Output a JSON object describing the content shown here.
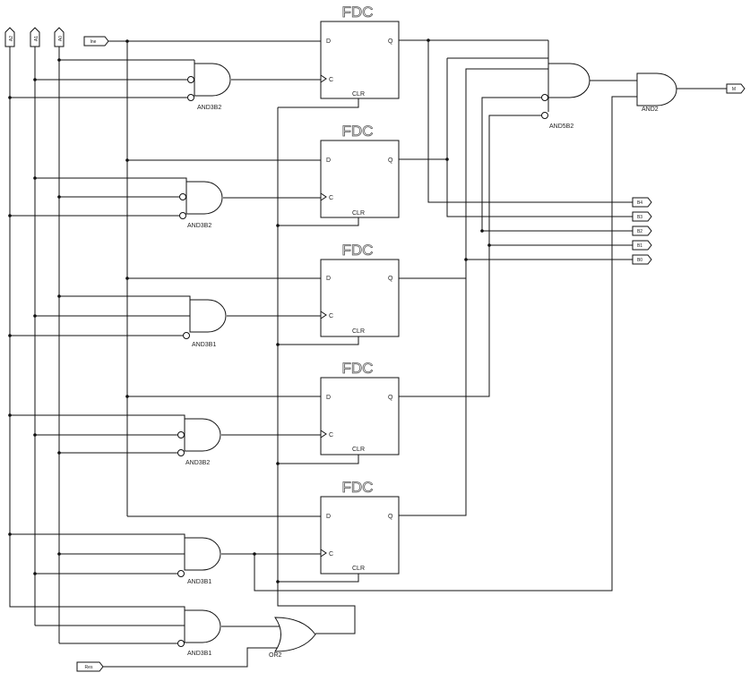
{
  "inputs": {
    "a2": "A2",
    "a1": "A1",
    "a0": "A0",
    "ine": "Ine",
    "res": "Res"
  },
  "flipflops": [
    {
      "type": "FDC",
      "d": "D",
      "c": "C",
      "q": "Q",
      "clr": "CLR"
    },
    {
      "type": "FDC",
      "d": "D",
      "c": "C",
      "q": "Q",
      "clr": "CLR"
    },
    {
      "type": "FDC",
      "d": "D",
      "c": "C",
      "q": "Q",
      "clr": "CLR"
    },
    {
      "type": "FDC",
      "d": "D",
      "c": "C",
      "q": "Q",
      "clr": "CLR"
    },
    {
      "type": "FDC",
      "d": "D",
      "c": "C",
      "q": "Q",
      "clr": "CLR"
    }
  ],
  "gates": {
    "g1": "AND3B2",
    "g2": "AND3B2",
    "g3": "AND3B1",
    "g4": "AND3B2",
    "g5": "AND3B1",
    "g6": "AND3B1",
    "or": "OR2",
    "and5": "AND5B2",
    "and2": "AND2"
  },
  "outputs": {
    "m": "M",
    "b4": "B4",
    "b3": "B3",
    "b2": "B2",
    "b1": "B1",
    "b0": "B0"
  }
}
